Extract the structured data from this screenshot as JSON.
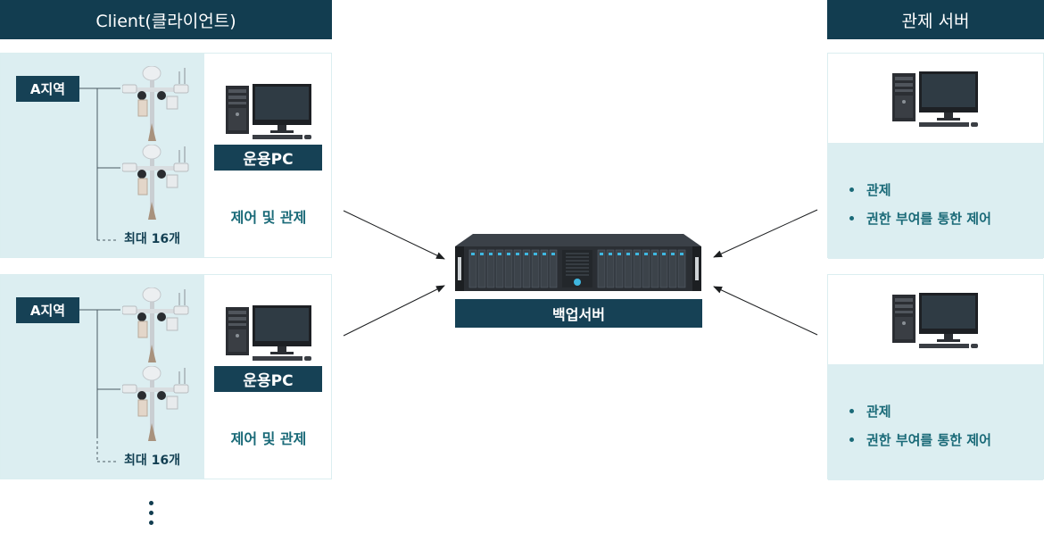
{
  "headers": {
    "client": "Client(클라이언트)",
    "control_server": "관제 서버"
  },
  "client_groups": [
    {
      "area": "A지역",
      "max": "최대 16개",
      "pc": "운용PC",
      "role": "제어 및 관제"
    },
    {
      "area": "A지역",
      "max": "최대 16개",
      "pc": "운용PC",
      "role": "제어 및 관제"
    }
  ],
  "backup_server": {
    "label": "백업서버"
  },
  "control_boxes": [
    {
      "bullets": [
        "관제",
        "권한 부여를 통한 제어"
      ]
    },
    {
      "bullets": [
        "관제",
        "권한 부여를 통한 제어"
      ]
    }
  ],
  "colors": {
    "navy": "#123d50",
    "tint": "#dceef1",
    "teal_text": "#1a6a78"
  },
  "icons": {
    "camera_pole": "cctv-pole-icon",
    "pc": "desktop-pc-icon",
    "server": "rack-server-icon"
  }
}
